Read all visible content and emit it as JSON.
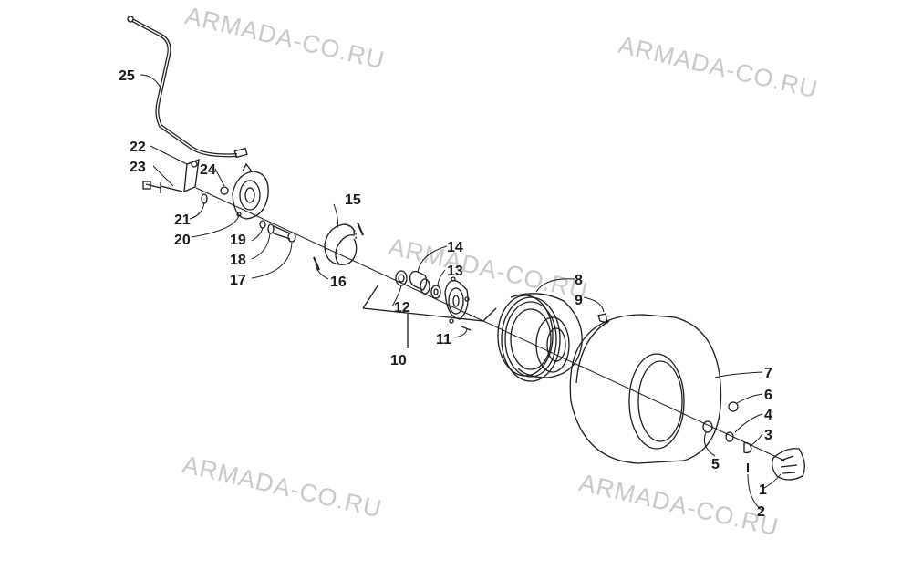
{
  "watermark": "ARMADA-CO.RU",
  "callouts": [
    "1",
    "2",
    "3",
    "4",
    "5",
    "6",
    "7",
    "8",
    "9",
    "10",
    "11",
    "12",
    "13",
    "14",
    "15",
    "16",
    "17",
    "18",
    "19",
    "20",
    "21",
    "22",
    "23",
    "24",
    "25"
  ],
  "colors": {
    "line": "#1a1a1a",
    "watermark": "#c9c9c9"
  }
}
